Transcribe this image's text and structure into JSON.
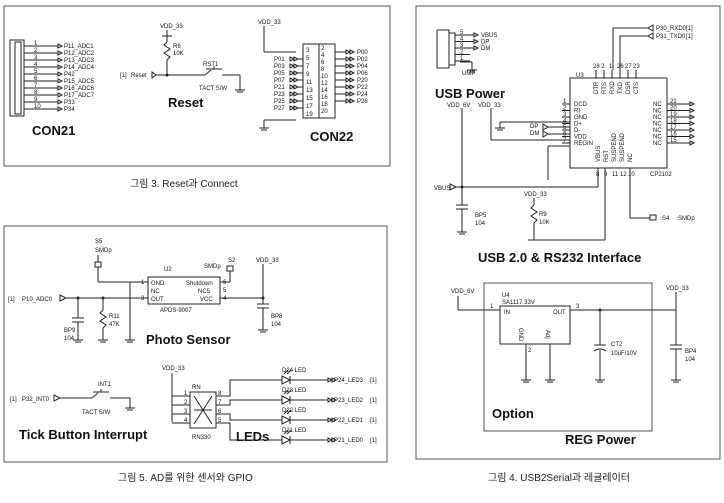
{
  "panels": {
    "reset_connect": {
      "caption": "그림 3. Reset과 Connect",
      "con21": {
        "title": "CON21",
        "pins": [
          "P11_ADC1",
          "P12_ADC2",
          "P13_ADC3",
          "P14_ADC4",
          "P42",
          "P15_ADC5",
          "P16_ADC6",
          "P17_ADC7",
          "P33",
          "P34"
        ],
        "pin_numbers": [
          "1",
          "2",
          "3",
          "4",
          "5",
          "6",
          "7",
          "8",
          "9",
          "10"
        ]
      },
      "reset": {
        "title": "Reset",
        "vdd": "VDD_33",
        "resistor_ref": "R6",
        "resistor_val": "10K",
        "switch_ref": "RST1",
        "switch_type": "TACT S/W",
        "net": "Reset",
        "index": "[1]"
      },
      "con22": {
        "title": "CON22",
        "vdd": "VDD_33",
        "pins_left": [
          "P01",
          "P03",
          "P05",
          "P07",
          "P21",
          "P23",
          "P25",
          "P27"
        ],
        "pins_right": [
          "P00",
          "P02",
          "P04",
          "P06",
          "P20",
          "P22",
          "P24",
          "P26"
        ],
        "pin_numbers_left": [
          "3",
          "5",
          "7",
          "9",
          "11",
          "13",
          "15",
          "17",
          "19"
        ],
        "pin_numbers_right": [
          "2",
          "4",
          "6",
          "8",
          "10",
          "12",
          "14",
          "16",
          "18",
          "20"
        ]
      }
    },
    "usb_serial": {
      "caption": "그림 4. USB2Serial과 레귤레이터",
      "usb_power_label": "USB Power",
      "interface_label": "USB 2.0 & RS232 Interface",
      "connector_ref": "UMP",
      "connector_nets": [
        "VBUS",
        "DP",
        "DM"
      ],
      "connector_pins": [
        "5",
        "4",
        "3",
        "2",
        "1"
      ],
      "chip_ref": "U3",
      "chip_name": "CP2102",
      "chip_top_pins": [
        "DTR",
        "RTS",
        "RXD",
        "TXD",
        "DSR",
        "CTS"
      ],
      "chip_top_numbers": [
        "28",
        "2",
        "1",
        "26",
        "27",
        "23"
      ],
      "chip_left_pins": [
        "DCD",
        "RI",
        "GND",
        "D+",
        "D-",
        "VDD",
        "REGIN"
      ],
      "chip_left_numbers": [
        "1",
        "2",
        "3",
        "4",
        "5",
        "6",
        "7"
      ],
      "chip_right_numbers": [
        "21",
        "20",
        "19",
        "18",
        "17",
        "16",
        "15"
      ],
      "chip_right_pins": [
        "NC",
        "NC",
        "NC",
        "NC",
        "NC",
        "NC",
        "NC"
      ],
      "chip_bottom_pins": [
        "VBUS",
        "RST",
        "SUSPEND",
        "SUSPEND",
        "NC"
      ],
      "chip_bottom_numbers": [
        "8",
        "9",
        "11",
        "12",
        "10"
      ],
      "p30": "P30_RXD0",
      "p31": "P31_TXD0",
      "p30_idx": "[1]",
      "p31_idx": "[1]",
      "vdd6": "VDD_6V",
      "vdd33": "VDD_33",
      "dp_label": "DP",
      "dm_label": "DM",
      "vbus_label": "VBUS",
      "bp_ref": "BP5",
      "bp_val": "104",
      "r_ref": "R9",
      "r_val": "10K",
      "s4": "S4",
      "smdp": "SMDp"
    },
    "reg_power": {
      "title": "REG Power",
      "option_label": "Option",
      "vdd_in": "VDD_6V",
      "vdd_out": "VDD_33",
      "reg_ref": "U4",
      "reg_name": "SA1117 33V",
      "pin_in": "IN",
      "pin_out": "OUT",
      "pin_gnd": "GND",
      "pin_adj": "Adj",
      "pin1": "1",
      "pin2": "2",
      "pin3": "3",
      "cap_ref": "CT2",
      "cap_val": "10uF/10V",
      "bp_ref": "BP4",
      "bp_val": "104"
    },
    "sensor_gpio": {
      "caption": "그림 5. AD를 위한 센서와 GPIO",
      "photo_sensor": {
        "title": "Photo Sensor",
        "chip_ref": "U2",
        "chip_name": "APDS-9007",
        "pins_left": [
          "GND",
          "NC",
          "OUT"
        ],
        "pins_right": [
          "Shutdown",
          "NC5",
          "VCC"
        ],
        "pin_nums_left": [
          "1",
          "2",
          "3"
        ],
        "pin_nums_right": [
          "6",
          "5",
          "4"
        ],
        "s5": "S5",
        "s2": "S2",
        "smdp": "SMDp",
        "net_in": "P10_ADC0",
        "idx": "[1]",
        "vdd": "VDD_33",
        "bp9_ref": "BP9",
        "bp9_val": "104",
        "r11_ref": "R11",
        "r11_val": "47K",
        "bp8_ref": "BP8",
        "bp8_val": "104"
      },
      "tick_button": {
        "title": "Tick Button Interrupt",
        "net": "P32_INT0",
        "idx": "[1]",
        "switch_ref": "INT1",
        "switch_type": "TACT S/W"
      },
      "leds": {
        "title": "LEDs",
        "vdd": "VDD_33",
        "rn_ref": "RN",
        "rn_name": "RN330",
        "rn_pins_left": [
          "1",
          "2",
          "3",
          "4"
        ],
        "rn_pins_right": [
          "8",
          "7",
          "6",
          "5"
        ],
        "items": [
          {
            "ref": "D24 LED",
            "net": "P24_LED3",
            "idx": "[1]"
          },
          {
            "ref": "D23 LED",
            "net": "P23_LED2",
            "idx": "[1]"
          },
          {
            "ref": "D22 LED",
            "net": "P22_LED1",
            "idx": "[1]"
          },
          {
            "ref": "D21 LED",
            "net": "P21_LED0",
            "idx": "[1]"
          }
        ]
      }
    }
  }
}
